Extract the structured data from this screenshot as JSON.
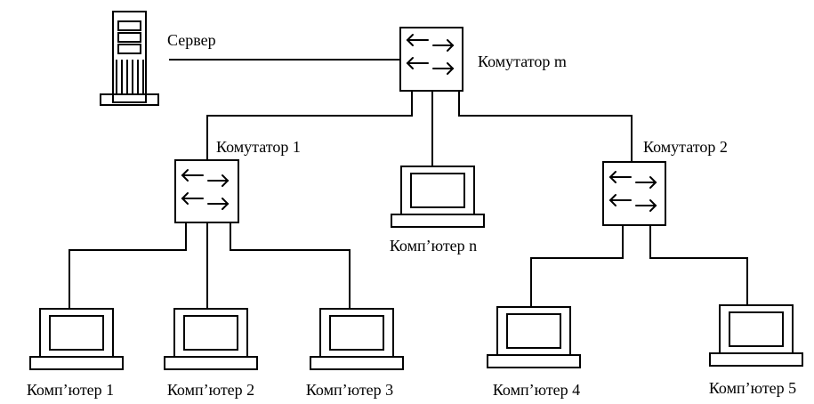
{
  "server": {
    "label": "Сервер"
  },
  "switches": {
    "main": {
      "label": "Комутатор m"
    },
    "s1": {
      "label": "Комутатор 1"
    },
    "s2": {
      "label": "Комутатор 2"
    }
  },
  "computers": [
    {
      "label": "Комп’ютер n"
    },
    {
      "label": "Комп’ютер 1"
    },
    {
      "label": "Комп’ютер 2"
    },
    {
      "label": "Комп’ютер 3"
    },
    {
      "label": "Комп’ютер 4"
    },
    {
      "label": "Комп’ютер 5"
    }
  ],
  "colors": {
    "stroke": "#000000",
    "background": "#ffffff"
  }
}
